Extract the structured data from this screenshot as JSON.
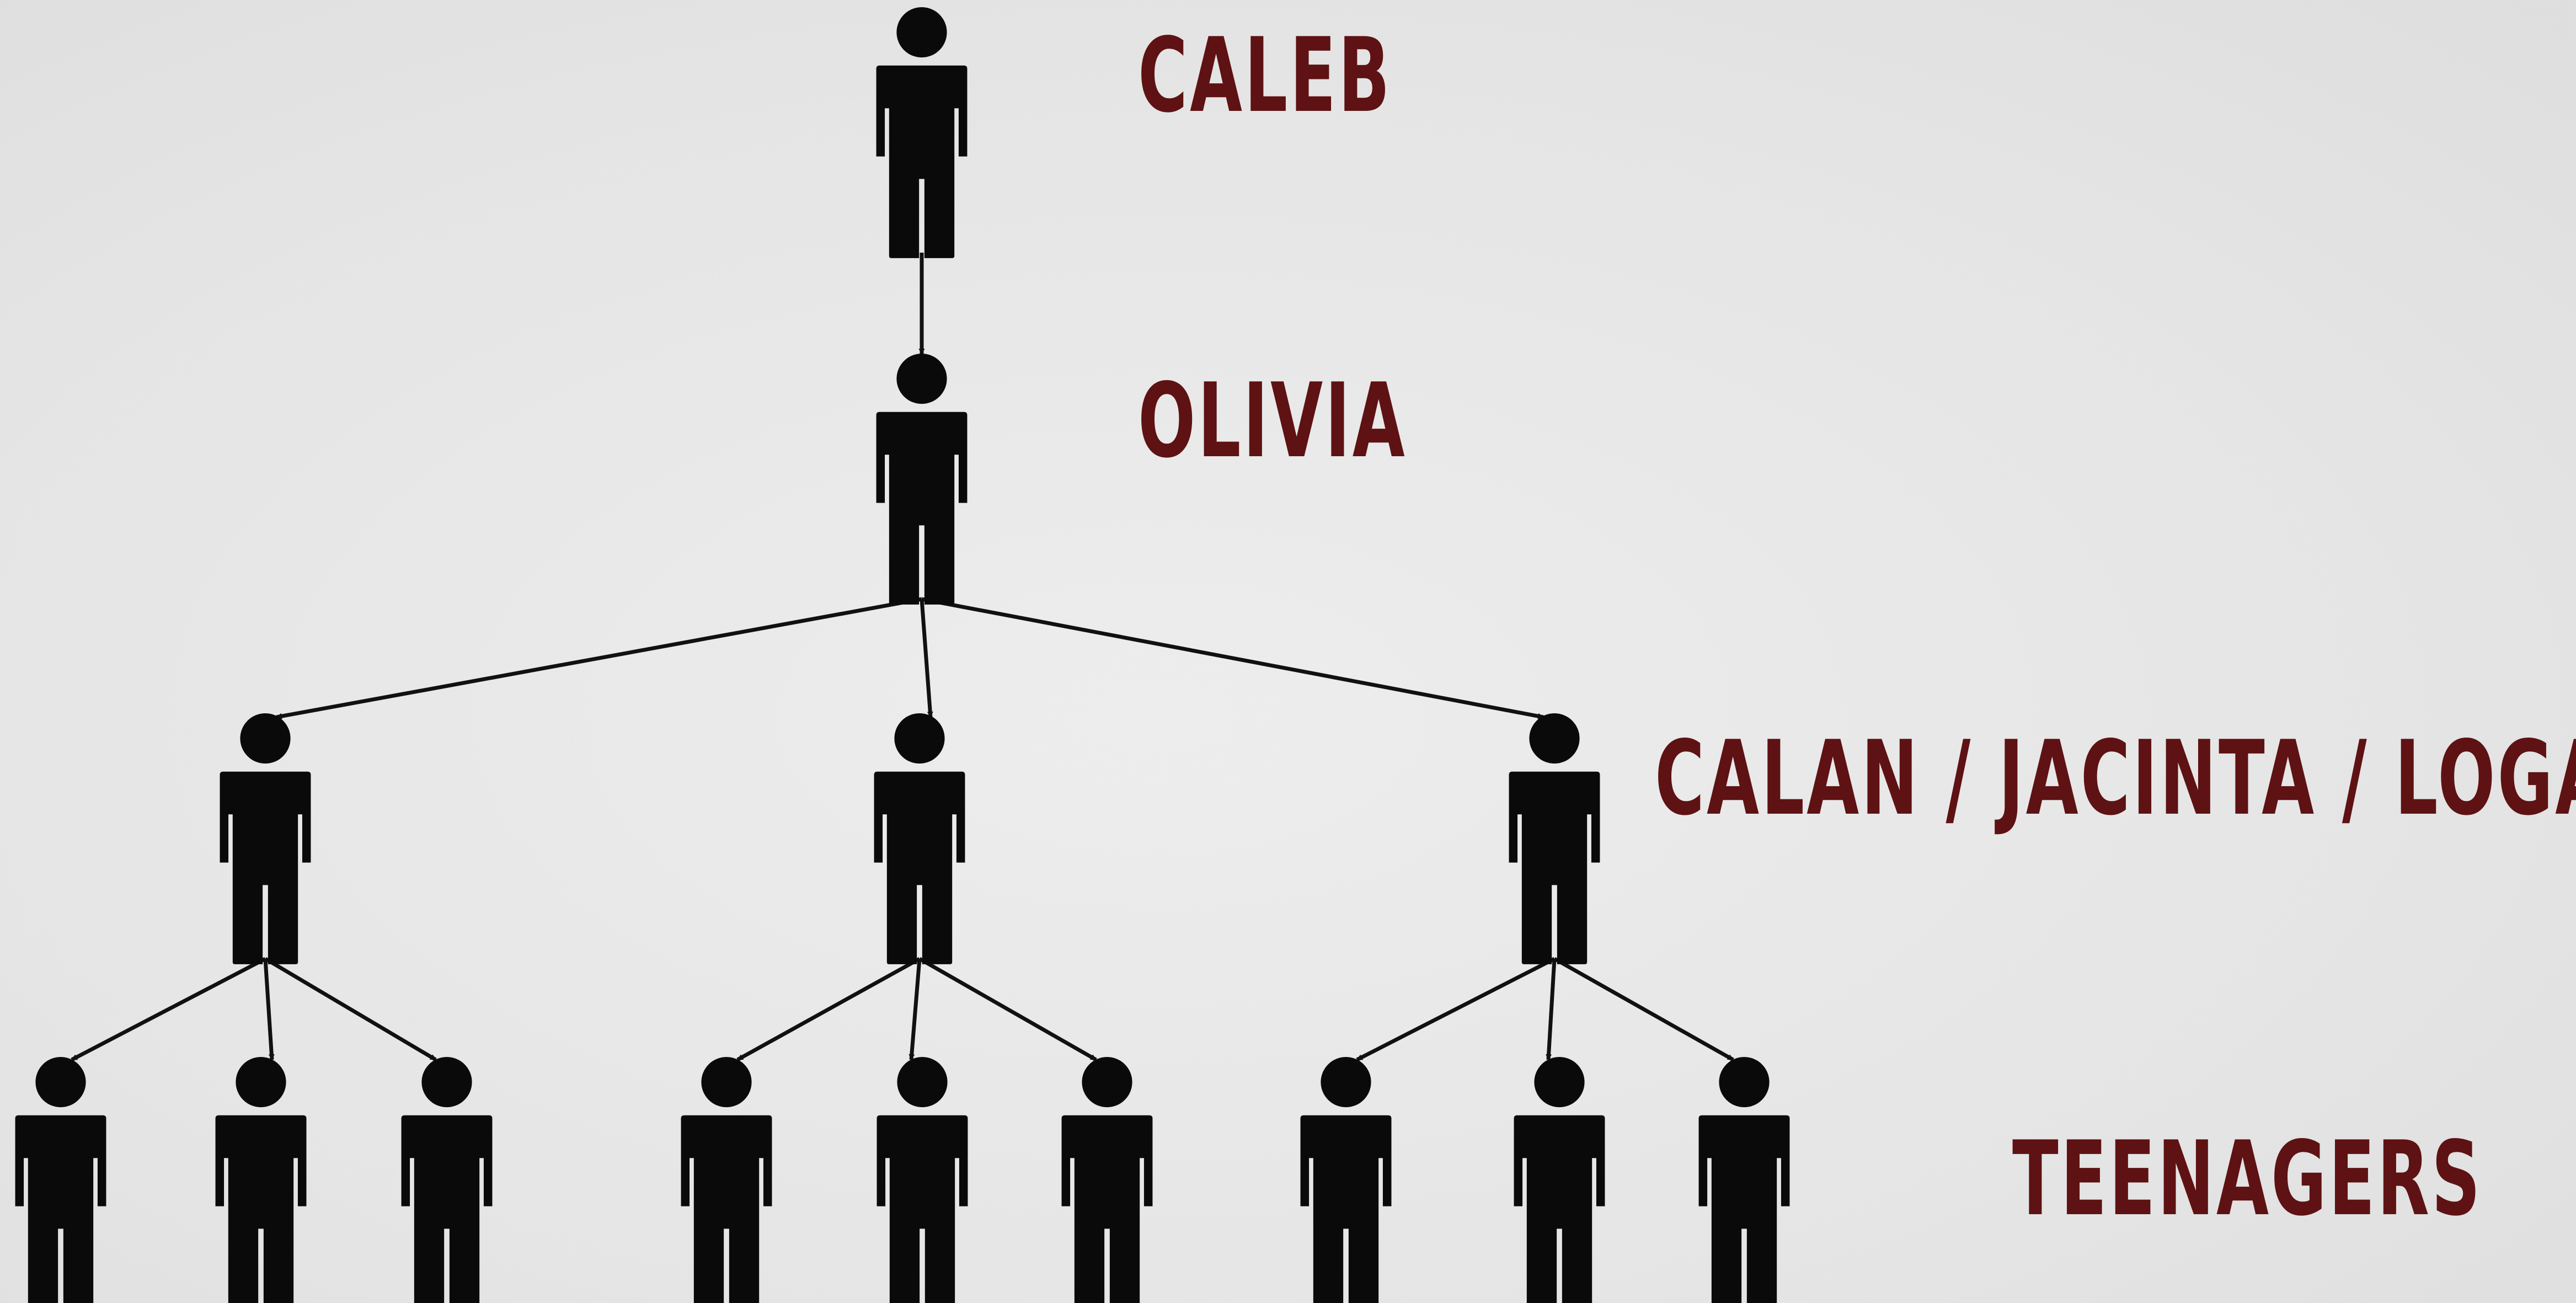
{
  "labels": {
    "top": "CALEB",
    "second": "OLIVIA",
    "third": "CALAN / JACINTA / LOGAN",
    "bottom": "TEENAGERS"
  },
  "colors": {
    "background": "#e8e8e8",
    "figure": "#0a0a0a",
    "connector": "#111111",
    "label": "#5e1213"
  },
  "icons": {
    "person": "person-icon",
    "arrow": "arrowhead-icon"
  },
  "tree": {
    "name": "CALEB",
    "children": [
      {
        "name": "OLIVIA",
        "children": [
          {
            "name": "CALAN",
            "children": [
              {
                "name": "TEENAGER"
              },
              {
                "name": "TEENAGER"
              },
              {
                "name": "TEENAGER"
              }
            ]
          },
          {
            "name": "JACINTA",
            "children": [
              {
                "name": "TEENAGER"
              },
              {
                "name": "TEENAGER"
              },
              {
                "name": "TEENAGER"
              }
            ]
          },
          {
            "name": "LOGAN",
            "children": [
              {
                "name": "TEENAGER"
              },
              {
                "name": "TEENAGER"
              },
              {
                "name": "TEENAGER"
              }
            ]
          }
        ]
      }
    ]
  }
}
